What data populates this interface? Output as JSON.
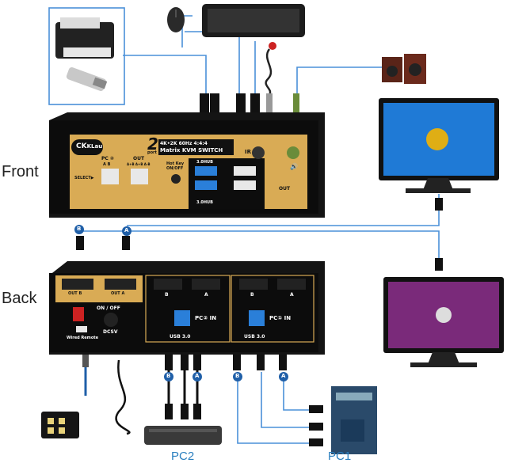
{
  "labels": {
    "front": "Front",
    "back": "Back",
    "pc1": "PC1",
    "pc2": "PC2"
  },
  "front_panel": {
    "brand": "KLau",
    "brand_prefix": "CK",
    "title_spec": "4K•2K 60Hz 4:4:4",
    "title_main": "Matrix KVM SWITCH",
    "title_num": "2",
    "title_port": "port",
    "pc_select": "PC ②",
    "pc_select_sub": "A   B",
    "out_label": "OUT",
    "out_sub": "A+B  A+B  A-B",
    "select": "SELECT▶",
    "hotkey": "Hot Key ON/OFF",
    "ir": "IR",
    "hub_top": "3.0HUB",
    "hub_bottom": "3.0HUB",
    "out": "OUT",
    "speaker_glyph": "🔊"
  },
  "back_panel": {
    "out_b": "OUT B",
    "out_a": "OUT A",
    "onoff": "ON / OFF",
    "dcsv": "DCSV",
    "wired_remote": "Wired Remote",
    "pc2_in": "PC② IN",
    "pc1_in": "PC① IN",
    "usb1": "USB 3.0",
    "usb2": "USB 3.0",
    "port_b1": "B",
    "port_a1": "A",
    "port_b2": "B",
    "port_a2": "A"
  },
  "cable_tags": {
    "b_top": "B",
    "a_top": "A",
    "b_pc2": "B",
    "a_pc2": "A",
    "b_pc1": "B",
    "a_pc1": "A"
  },
  "colors": {
    "gold": "#d9ab55",
    "device": "#111111",
    "cable": "#4a90d9",
    "tag": "#1f5fa8",
    "pc_label": "#2a7fbf"
  }
}
